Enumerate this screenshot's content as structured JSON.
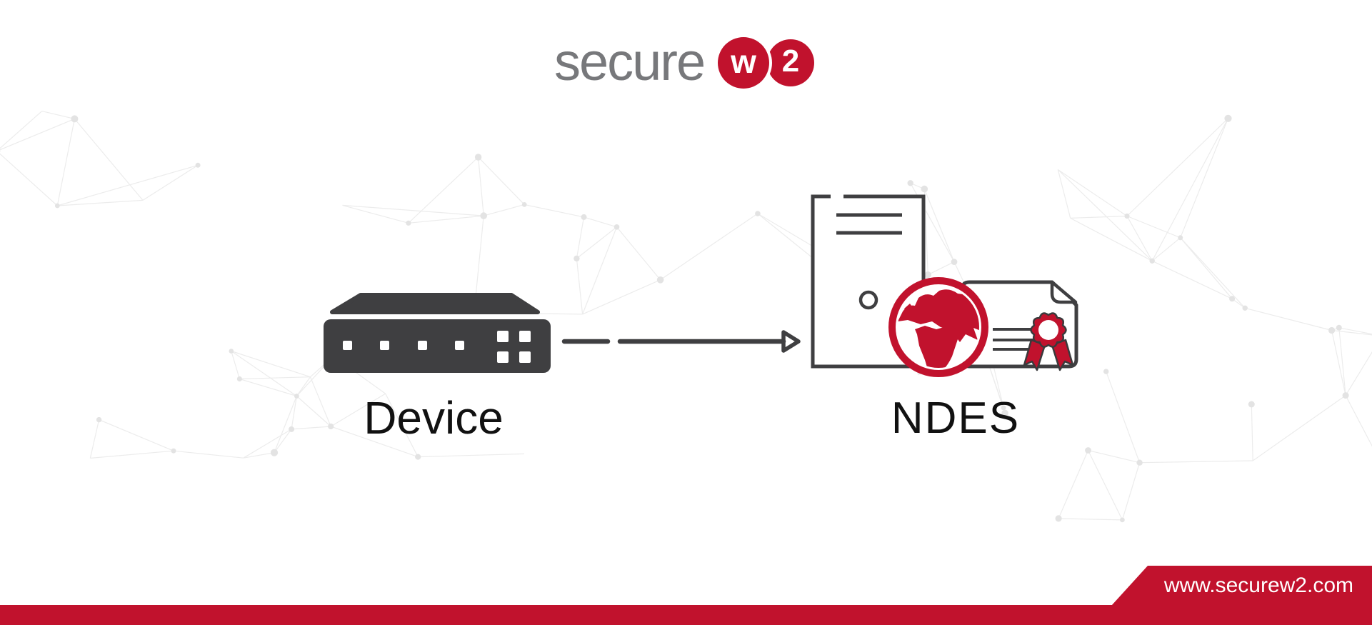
{
  "brand": {
    "logo_text": "secure",
    "logo_badge_w": "w",
    "logo_badge_2": "2"
  },
  "diagram": {
    "device_label": "Device",
    "ndes_label": "NDES",
    "flow": {
      "from": "Device",
      "to": "NDES",
      "connector": "arrow-right"
    }
  },
  "footer": {
    "website": "www.securew2.com"
  },
  "icons": {
    "device": "network-switch-icon",
    "server": "server-tower-icon",
    "globe": "globe-icon",
    "certificate": "certificate-icon",
    "seal": "award-ribbon-icon",
    "connector": "arrow-right-icon"
  },
  "colors": {
    "brand_red": "#c1122d",
    "icon_dark": "#3f3f41",
    "logo_gray": "#77787b",
    "label_ink": "#111111",
    "mesh_line": "#ececec",
    "mesh_dot": "#e3e3e3"
  }
}
